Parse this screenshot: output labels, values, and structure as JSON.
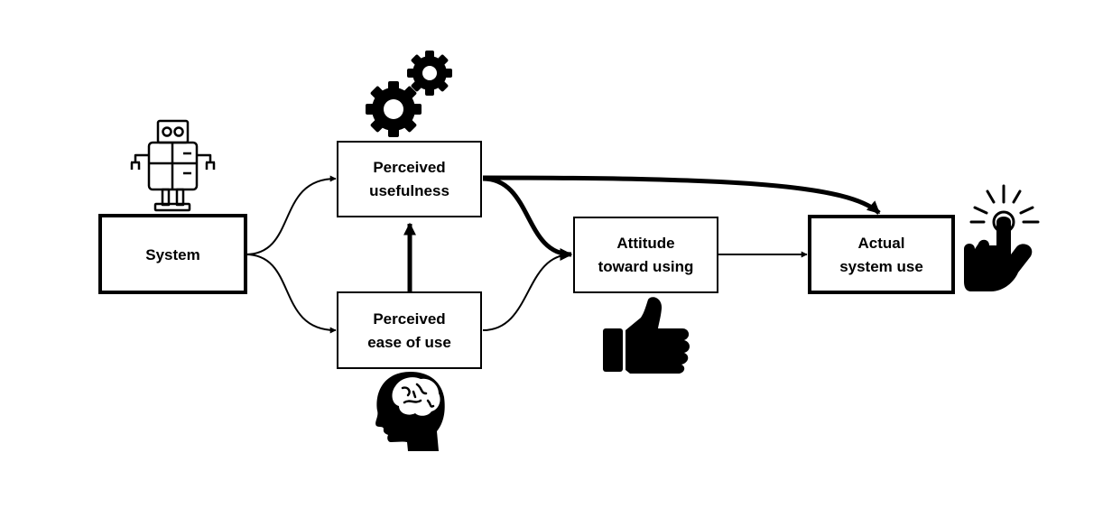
{
  "nodes": {
    "system": {
      "label": "System"
    },
    "usefulness": {
      "line1": "Perceived",
      "line2": "usefulness"
    },
    "ease": {
      "line1": "Perceived",
      "line2": "ease of use"
    },
    "attitude": {
      "line1": "Attitude",
      "line2": "toward using"
    },
    "use": {
      "line1": "Actual",
      "line2": "system use"
    }
  },
  "icons": {
    "system": "robot-icon",
    "usefulness": "gears-icon",
    "ease": "brain-head-icon",
    "attitude": "thumbs-up-icon",
    "use": "tap-finger-icon"
  },
  "colors": {
    "stroke": "#000000",
    "background": "#ffffff"
  }
}
